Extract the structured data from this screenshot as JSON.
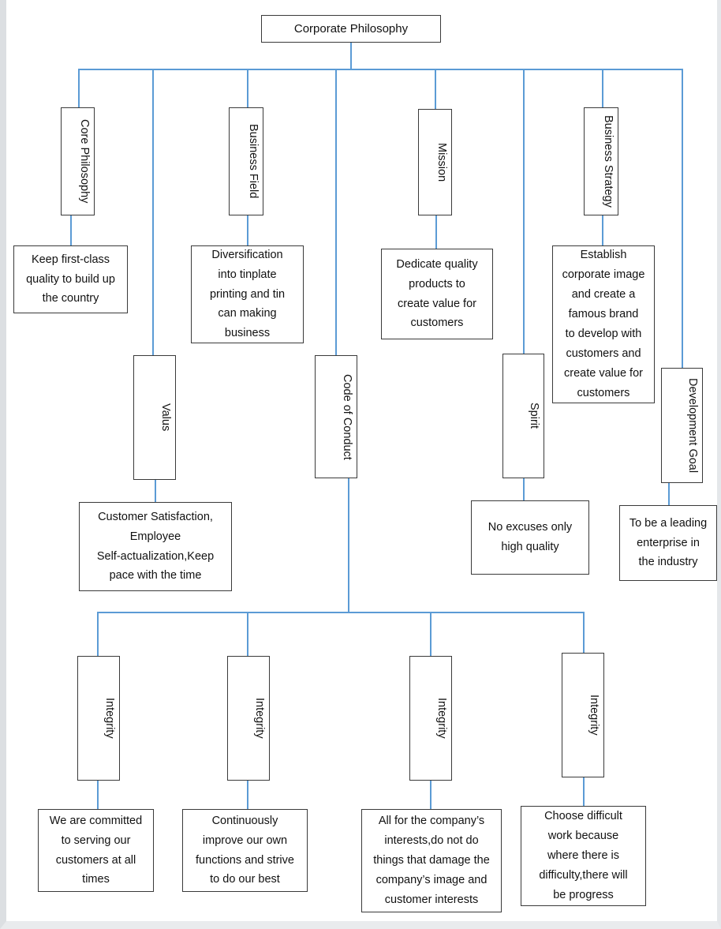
{
  "diagram": {
    "title": "Corporate Philosophy",
    "type": "organizational-hierarchy-chart",
    "accent_color": "#5b9bd5",
    "border_color": "#3a3a3a",
    "background_color": "#ffffff",
    "root": {
      "label": "Corporate Philosophy"
    },
    "branches": [
      {
        "key": "core_philosophy",
        "label": "Core Philosophy",
        "orientation": "vertical"
      },
      {
        "key": "business_field",
        "label": "Business Field",
        "orientation": "vertical"
      },
      {
        "key": "mission",
        "label": "Mission",
        "orientation": "vertical"
      },
      {
        "key": "business_strategy",
        "label": "Business Strategy",
        "orientation": "vertical"
      },
      {
        "key": "valus",
        "label": "Valus",
        "orientation": "vertical"
      },
      {
        "key": "code_of_conduct",
        "label": "Code of Conduct",
        "orientation": "vertical"
      },
      {
        "key": "spirit",
        "label": "Spirit",
        "orientation": "vertical"
      },
      {
        "key": "development_goal",
        "label": "Development Goal",
        "orientation": "vertical"
      }
    ],
    "details": [
      {
        "key": "core_philosophy_detail",
        "text": "Keep first-class\nquality to build up\nthe country"
      },
      {
        "key": "business_field_detail",
        "text": "Diversification\ninto tinplate\nprinting and tin\ncan making\nbusiness"
      },
      {
        "key": "mission_detail",
        "text": "Dedicate quality\nproducts to\ncreate value for\ncustomers"
      },
      {
        "key": "business_strategy_detail",
        "text": "Establish\ncorporate image\nand create a\nfamous brand\nto develop with\ncustomers and\ncreate value for\ncustomers"
      },
      {
        "key": "valus_detail",
        "text": "Customer Satisfaction,\nEmployee\nSelf-actualization,Keep\npace with the time"
      },
      {
        "key": "spirit_detail",
        "text": "No excuses only\nhigh quality"
      },
      {
        "key": "development_goal_detail",
        "text": "To be a leading\nenterprise in\nthe industry"
      }
    ],
    "conduct_children": [
      {
        "key": "integrity_1",
        "label": "Integrity",
        "orientation": "vertical"
      },
      {
        "key": "integrity_2",
        "label": "Integrity",
        "orientation": "vertical"
      },
      {
        "key": "integrity_3",
        "label": "Integrity",
        "orientation": "vertical"
      },
      {
        "key": "integrity_4",
        "label": "Integrity",
        "orientation": "vertical"
      }
    ],
    "conduct_details": [
      {
        "key": "integrity_1_detail",
        "text": "We are committed\nto serving our\ncustomers at all\ntimes"
      },
      {
        "key": "integrity_2_detail",
        "text": "Continuously\nimprove our own\nfunctions and strive\nto do our best"
      },
      {
        "key": "integrity_3_detail",
        "text": "All for the company’s\ninterests,do not do\nthings that damage the\ncompany’s image and\ncustomer interests"
      },
      {
        "key": "integrity_4_detail",
        "text": "Choose difficult\nwork because\nwhere there is\ndifficulty,there will\nbe progress"
      }
    ]
  }
}
